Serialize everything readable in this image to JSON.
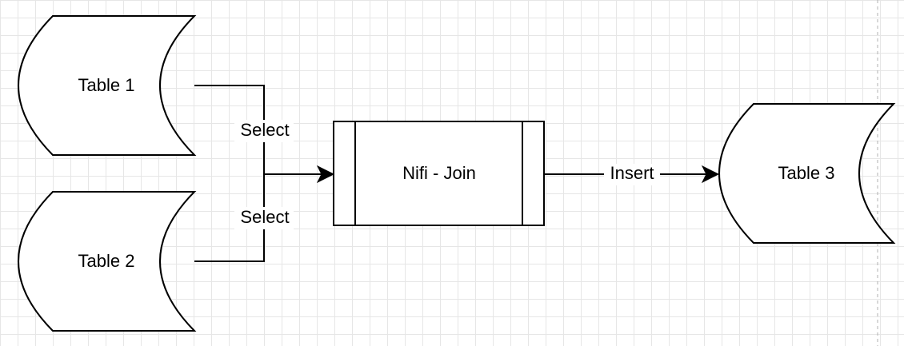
{
  "diagram": {
    "nodes": {
      "table1": {
        "label": "Table 1",
        "shape": "stored-data"
      },
      "table2": {
        "label": "Table 2",
        "shape": "stored-data"
      },
      "join": {
        "label": "Nifi - Join",
        "shape": "process"
      },
      "table3": {
        "label": "Table 3",
        "shape": "stored-data"
      }
    },
    "edges": {
      "select1": {
        "label": "Select",
        "from": "Table 1",
        "to": "Nifi - Join"
      },
      "select2": {
        "label": "Select",
        "from": "Table 2",
        "to": "Nifi - Join"
      },
      "insert": {
        "label": "Insert",
        "from": "Nifi - Join",
        "to": "Table 3"
      }
    },
    "colors": {
      "stroke": "#000000",
      "fill": "#ffffff",
      "grid": "#e6e6e6",
      "page_break": "#b0b0b0"
    }
  }
}
